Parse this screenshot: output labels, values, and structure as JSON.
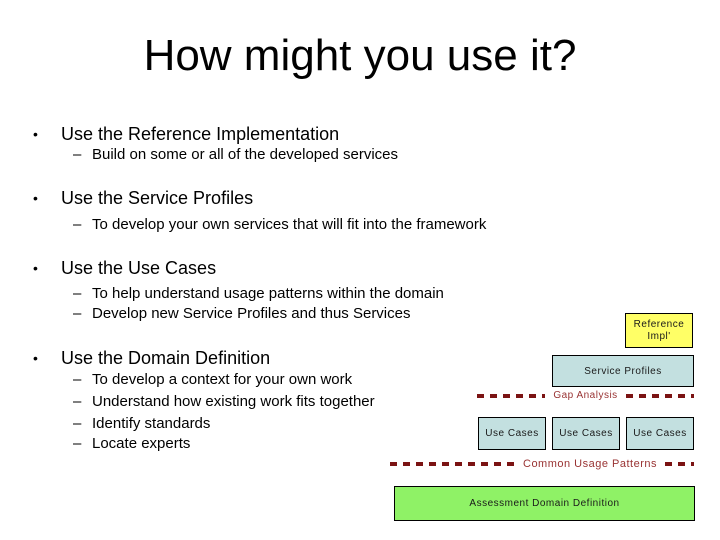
{
  "slide": {
    "title": "How might you use it?",
    "bullet_marker": "•",
    "sub_marker": "–",
    "bullets": [
      {
        "label": "Use the Reference Implementation",
        "subs": [
          "Build on some or all of the developed services"
        ]
      },
      {
        "label": "Use the Service Profiles",
        "subs": [
          "To develop your own services that will fit into the framework"
        ]
      },
      {
        "label": "Use the Use Cases",
        "subs": [
          "To help understand usage patterns within the domain",
          "Develop new Service Profiles and thus Services"
        ]
      },
      {
        "label": "Use the Domain Definition",
        "subs": [
          "To develop a context for your own work",
          "Understand how existing work fits together",
          "Identify standards",
          "Locate experts"
        ]
      }
    ]
  },
  "diagram": {
    "reference_box": {
      "line1": "Reference",
      "line2": "Impl'"
    },
    "service_profiles_box": "Service Profiles",
    "gap_analysis_label": "Gap Analysis",
    "use_case_boxes": [
      "Use Cases",
      "Use Cases",
      "Use Cases"
    ],
    "common_usage_label": "Common Usage Patterns",
    "assessment_box": "Assessment Domain Definition",
    "colors": {
      "reference_yellow": "#FFFF66",
      "profile_blue": "#C3E0E0",
      "assessment_green": "#8FF266",
      "dash_red": "#7B1313",
      "label_red": "#993333"
    }
  }
}
